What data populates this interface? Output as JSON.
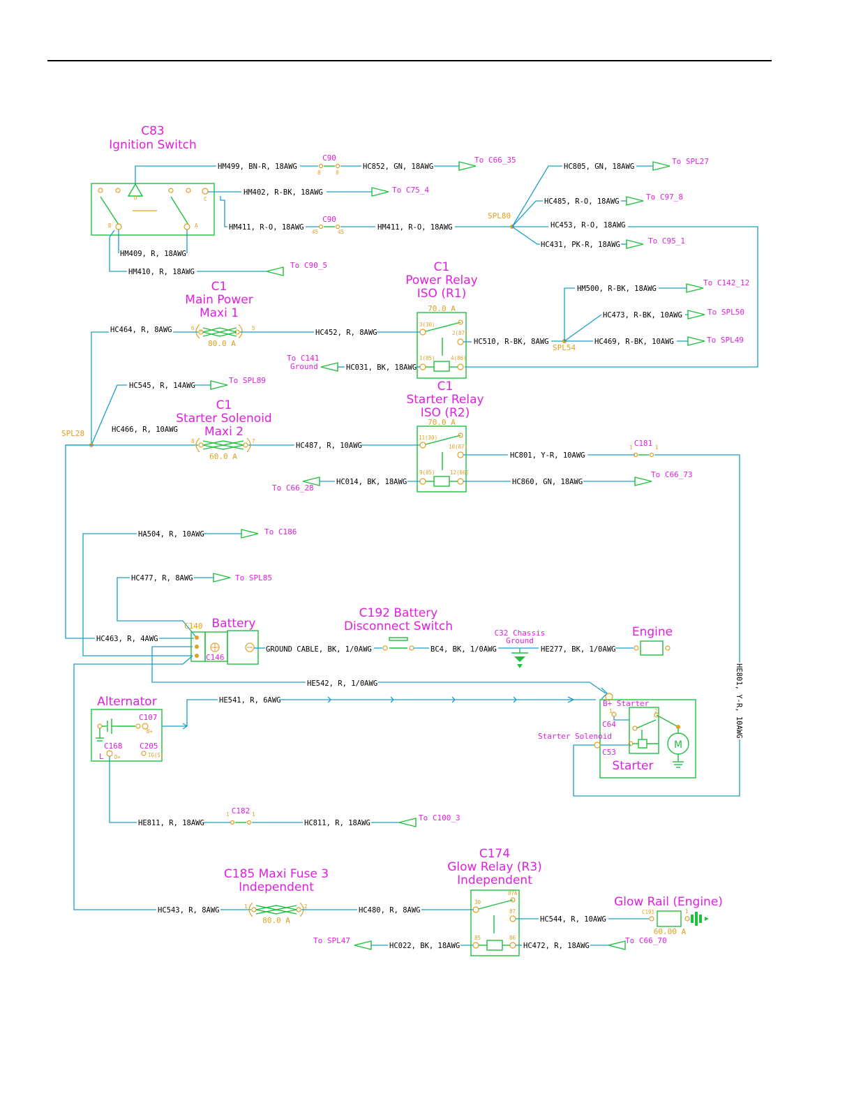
{
  "components": {
    "c83": {
      "line1": "C83",
      "line2": "Ignition Switch",
      "pin_b": "B",
      "pin_a": "A",
      "pin_c": "C",
      "pin_d": "D"
    },
    "c90_top": {
      "label": "C90",
      "pin_left": "8",
      "pin_right": "8"
    },
    "c90_mid": {
      "label": "C90",
      "pin_left": "45",
      "pin_right": "45"
    },
    "spl80": "SPL80",
    "power_relay": {
      "line1": "C1",
      "line2": "Power Relay",
      "line3": "ISO (R1)",
      "rating": "70.0 A",
      "p1": "3(30)",
      "p2": "2(87)",
      "p3": "1(85)",
      "p4": "4(86)"
    },
    "main_power": {
      "line1": "C1",
      "line2": "Main Power",
      "line3": "Maxi 1",
      "rating": "80.0 A",
      "pin_l": "6",
      "pin_r": "5"
    },
    "spl54": "SPL54",
    "starter_relay": {
      "line1": "C1",
      "line2": "Starter Relay",
      "line3": "ISO (R2)",
      "rating": "70.0 A",
      "p1": "11(30)",
      "p2": "10(87)",
      "p3": "9(85)",
      "p4": "12(86)"
    },
    "starter_solenoid": {
      "line1": "C1",
      "line2": "Starter Solenoid",
      "line3": "Maxi 2",
      "rating": "60.0 A",
      "pin_l": "8",
      "pin_r": "7"
    },
    "spl28": "SPL28",
    "c181": {
      "label": "C181",
      "pin_l": "1",
      "pin_r": "1"
    },
    "battery": {
      "label": "Battery",
      "c140": "C140",
      "c146": "C146"
    },
    "c192": {
      "line1": "C192 Battery",
      "line2": "Disconnect Switch"
    },
    "chassis": {
      "line1": "C32 Chassis",
      "line2": "Ground"
    },
    "engine": "Engine",
    "alternator": {
      "label": "Alternator",
      "c107": "C107",
      "bplus": "B+",
      "c168": "C168",
      "c205": "C205",
      "l": "L",
      "dplus": "D+",
      "ig": "IG(S)"
    },
    "starter": {
      "bplus": "B+ Starter",
      "c64": "C64",
      "c53": "C53",
      "solenoid": "Starter Solenoid",
      "label": "Starter",
      "motor": "M",
      "pin1": "1",
      "pin2": "2"
    },
    "c182": {
      "label": "C182",
      "pin_l": "1",
      "pin_r": "1"
    },
    "c185": {
      "line1": "C185 Maxi Fuse 3",
      "line2": "Independent",
      "rating": "80.0 A",
      "pin_l": "1",
      "pin_r": "2"
    },
    "c174": {
      "line1": "C174",
      "line2": "Glow Relay (R3)",
      "line3": "Independent",
      "p30": "30",
      "p87a": "87A",
      "p87": "87",
      "p85": "85",
      "p86": "86"
    },
    "glow_rail": {
      "label": "Glow Rail (Engine)",
      "c191": "C191",
      "rating": "60.00 A",
      "pin": "1"
    }
  },
  "wires": {
    "hm499": "HM499, BN-R, 18AWG",
    "hc852": "HC852, GN, 18AWG",
    "hm402": "HM402, R-BK, 18AWG",
    "hm411a": "HM411, R-O, 18AWG",
    "hm411b": "HM411, R-O, 18AWG",
    "hm409": "HM409, R, 18AWG",
    "hm410": "HM410, R, 18AWG",
    "hc805": "HC805, GN, 18AWG",
    "hc485": "HC485, R-O, 18AWG",
    "hc453": "HC453, R-O, 18AWG",
    "hc431": "HC431, PK-R, 18AWG",
    "hm500": "HM500, R-BK, 18AWG",
    "hc473": "HC473, R-BK, 10AWG",
    "hc469": "HC469, R-BK, 10AWG",
    "hc510": "HC510, R-BK, 8AWG",
    "hc464": "HC464, R, 8AWG",
    "hc452": "HC452, R, 8AWG",
    "hc031": "HC031, BK, 18AWG",
    "hc545": "HC545, R, 14AWG",
    "hc466": "HC466, R, 10AWG",
    "hc487": "HC487, R, 10AWG",
    "hc801": "HC801, Y-R, 10AWG",
    "hc014": "HC014, BK, 18AWG",
    "hc860": "HC860, GN, 18AWG",
    "ha504": "HA504, R, 10AWG",
    "hc477": "HC477, R, 8AWG",
    "hc463": "HC463, R, 4AWG",
    "ground_cable": "GROUND CABLE, BK, 1/0AWG",
    "bc4": "BC4, BK, 1/0AWG",
    "he277": "HE277, BK, 1/0AWG",
    "he542": "HE542, R, 1/0AWG",
    "he541": "HE541, R, 6AWG",
    "he801": "HE801, Y-R, 10AWG",
    "he811": "HE811, R, 18AWG",
    "hc811": "HC811, R, 18AWG",
    "hc543": "HC543, R, 8AWG",
    "hc480": "HC480, R, 8AWG",
    "hc544": "HC544, R, 10AWG",
    "hc022": "HC022, BK, 18AWG",
    "hc472": "HC472, R, 18AWG"
  },
  "destinations": {
    "c66_35": "To C66_35",
    "c75_4": "To C75_4",
    "c90_5": "To C90_5",
    "spl27": "To SPL27",
    "c97_8": "To C97_8",
    "c95_1": "To C95_1",
    "c142_12": "To C142_12",
    "spl50": "To SPL50",
    "spl49": "To SPL49",
    "c141_1": "To C141",
    "c141_2": "Ground",
    "spl89": "To SPL89",
    "c66_28": "To C66_28",
    "c66_73": "To C66_73",
    "c186": "To C186",
    "spl85": "To SPL85",
    "c100_3": "To C100_3",
    "spl47": "To SPL47",
    "c66_70": "To C66_70"
  }
}
